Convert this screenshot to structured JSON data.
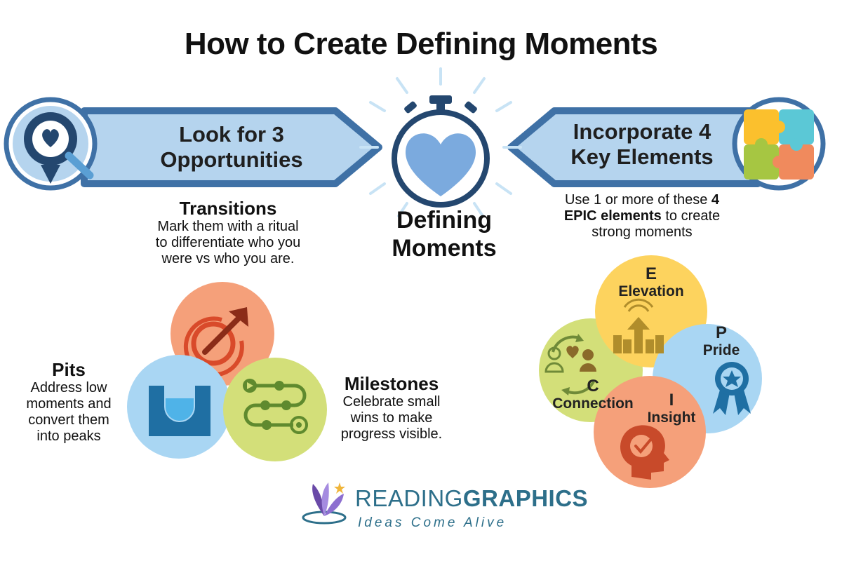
{
  "title": "How to Create Defining Moments",
  "left_banner": {
    "line1": "Look for 3",
    "line2": "Opportunities"
  },
  "right_banner": {
    "line1": "Incorporate 4",
    "line2": "Key Elements"
  },
  "center": {
    "line1": "Defining",
    "line2": "Moments"
  },
  "opportunities": {
    "transitions": {
      "heading": "Transitions",
      "lines": [
        "Mark them with a ritual",
        "to differentiate who you",
        "were vs who you are."
      ]
    },
    "pits": {
      "heading": "Pits",
      "lines": [
        "Address low",
        "moments and",
        "convert them",
        "into peaks"
      ]
    },
    "milestones": {
      "heading": "Milestones",
      "lines": [
        "Celebrate small",
        "wins to make",
        "progress visible."
      ]
    }
  },
  "elements_intro": {
    "line1_pre": "Use 1 or more of these ",
    "line1_bold": "4",
    "line2_bold": "EPIC elements",
    "line2_post": " to create",
    "line3": "strong moments"
  },
  "epic": {
    "e": {
      "letter": "E",
      "word": "Elevation"
    },
    "p": {
      "letter": "P",
      "word": "Pride"
    },
    "i": {
      "letter": "I",
      "word": "Insight"
    },
    "c": {
      "letter": "C",
      "word": "Connection"
    }
  },
  "brand": {
    "name_light": "READING",
    "name_bold": "GRAPHICS",
    "tagline": "Ideas Come Alive"
  },
  "colors": {
    "banner_fill": "#b5d4ee",
    "banner_stroke": "#3f71a6",
    "heart": "#7baade",
    "orange": "#f5a07a",
    "blue_light": "#a9d6f3",
    "green": "#d3df79",
    "yellow": "#fdd35e"
  },
  "icons": [
    "heart-magnifier-icon",
    "puzzle-icon",
    "stopwatch-heart-icon",
    "ritual-circle-arrow-icon",
    "pit-icon",
    "milestone-path-icon",
    "signal-arrow-icon",
    "ribbon-star-icon",
    "head-check-icon",
    "people-heart-icon",
    "book-logo-icon"
  ]
}
